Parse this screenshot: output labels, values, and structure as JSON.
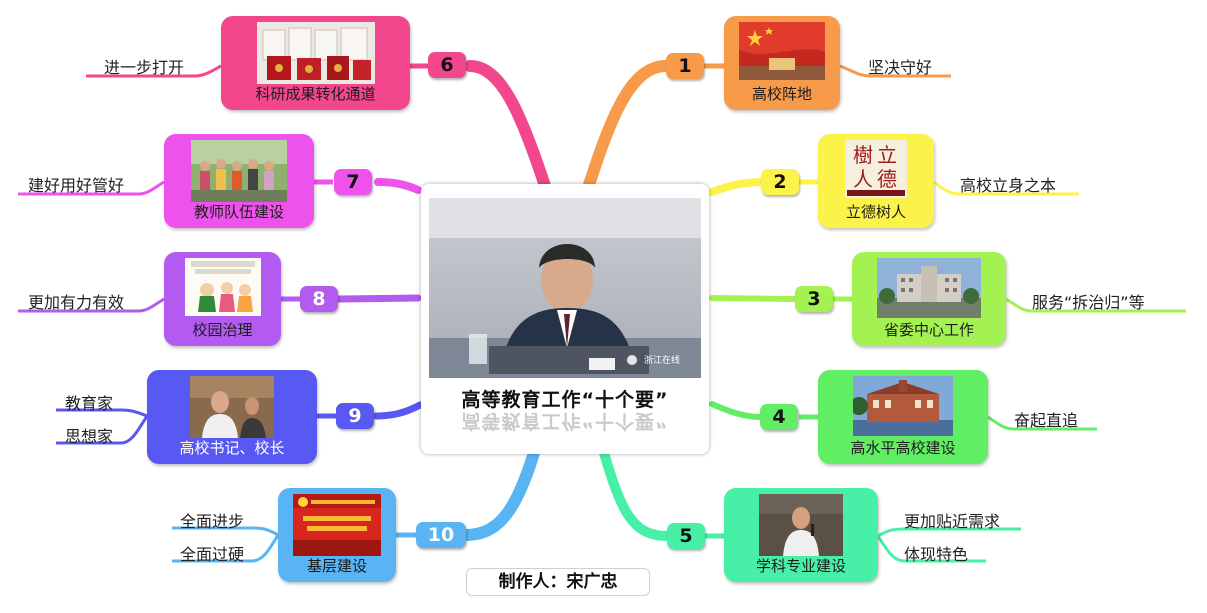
{
  "center": {
    "title": "高等教育工作“十个要”",
    "photo_caption": "浙江在线"
  },
  "author": "制作人：宋广忠",
  "branches": [
    {
      "number": "1",
      "label": "高校阵地",
      "color": "#F79A4A",
      "image": "red-flag-photo",
      "notes": [
        "坚决守好"
      ]
    },
    {
      "number": "2",
      "label": "立德树人",
      "color": "#FBF34A",
      "image": "calligraphy-seal-photo",
      "notes": [
        "高校立身之本"
      ]
    },
    {
      "number": "3",
      "label": "省委中心工作",
      "color": "#A3F252",
      "image": "government-building-photo",
      "notes": [
        "服务“拆治归”等"
      ]
    },
    {
      "number": "4",
      "label": "高水平高校建设",
      "color": "#62EE64",
      "image": "university-building-photo",
      "notes": [
        "奋起直追"
      ]
    },
    {
      "number": "5",
      "label": "学科专业建设",
      "color": "#47F0A6",
      "image": "speaker-photo",
      "notes": [
        "更加贴近需求",
        "体现特色"
      ]
    },
    {
      "number": "6",
      "label": "科研成果转化通道",
      "color": "#F2478C",
      "image": "certificates-photo",
      "notes": [
        "进一步打开"
      ]
    },
    {
      "number": "7",
      "label": "教师队伍建设",
      "color": "#EE52EC",
      "image": "teachers-group-photo",
      "notes": [
        "建好用好管好"
      ]
    },
    {
      "number": "8",
      "label": "校园治理",
      "color": "#B35BF0",
      "image": "campus-cartoon",
      "notes": [
        "更加有力有效"
      ]
    },
    {
      "number": "9",
      "label": "高校书记、校长",
      "color": "#5858F2",
      "image": "officials-photo",
      "notes": [
        "教育家",
        "思想家"
      ]
    },
    {
      "number": "10",
      "label": "基层建设",
      "color": "#58B4F2",
      "image": "party-banner-photo",
      "notes": [
        "全面进步",
        "全面过硬"
      ]
    }
  ]
}
